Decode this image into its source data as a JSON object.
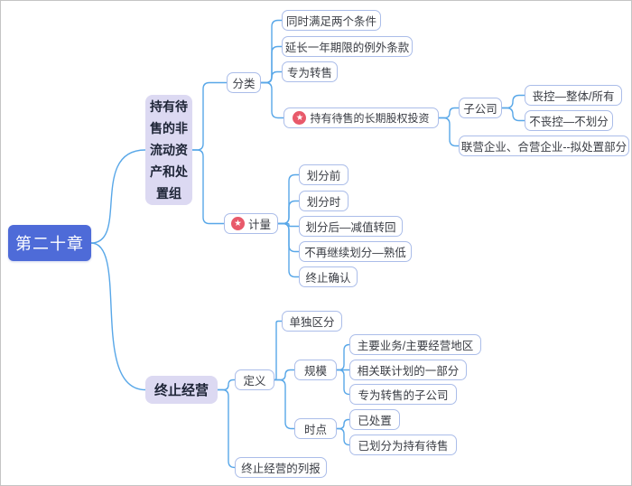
{
  "colors": {
    "root_bg": "#4e6bd8",
    "topic_bg": "#dcd9f2",
    "branch_line": "#58a7e8",
    "node_border": "#abbde9",
    "star_badge": "#e8596a"
  },
  "icons": {
    "star": "★"
  },
  "mindmap": {
    "root": {
      "label": "第二十章"
    },
    "topics": [
      {
        "label": "持有待售的非流动资产和处置组",
        "children": [
          {
            "label": "分类",
            "children": [
              {
                "label": "同时满足两个条件"
              },
              {
                "label": "延长一年期限的例外条款"
              },
              {
                "label": "专为转售"
              },
              {
                "label": "持有待售的长期股权投资",
                "star": true,
                "children": [
                  {
                    "label": "子公司",
                    "children": [
                      {
                        "label": "丧控—整体/所有"
                      },
                      {
                        "label": "不丧控—不划分"
                      }
                    ]
                  },
                  {
                    "label": "联营企业、合营企业--拟处置部分"
                  }
                ]
              }
            ]
          },
          {
            "label": "计量",
            "star": true,
            "children": [
              {
                "label": "划分前"
              },
              {
                "label": "划分时"
              },
              {
                "label": "划分后—减值转回"
              },
              {
                "label": "不再继续划分—熟低"
              },
              {
                "label": "终止确认"
              }
            ]
          }
        ]
      },
      {
        "label": "终止经营",
        "children": [
          {
            "label": "定义",
            "children": [
              {
                "label": "单独区分"
              },
              {
                "label": "规模",
                "children": [
                  {
                    "label": "主要业务/主要经营地区"
                  },
                  {
                    "label": "相关联计划的一部分"
                  },
                  {
                    "label": "专为转售的子公司"
                  }
                ]
              },
              {
                "label": "时点",
                "children": [
                  {
                    "label": "已处置"
                  },
                  {
                    "label": "已划分为持有待售"
                  }
                ]
              }
            ]
          },
          {
            "label": "终止经营的列报"
          }
        ]
      }
    ]
  }
}
